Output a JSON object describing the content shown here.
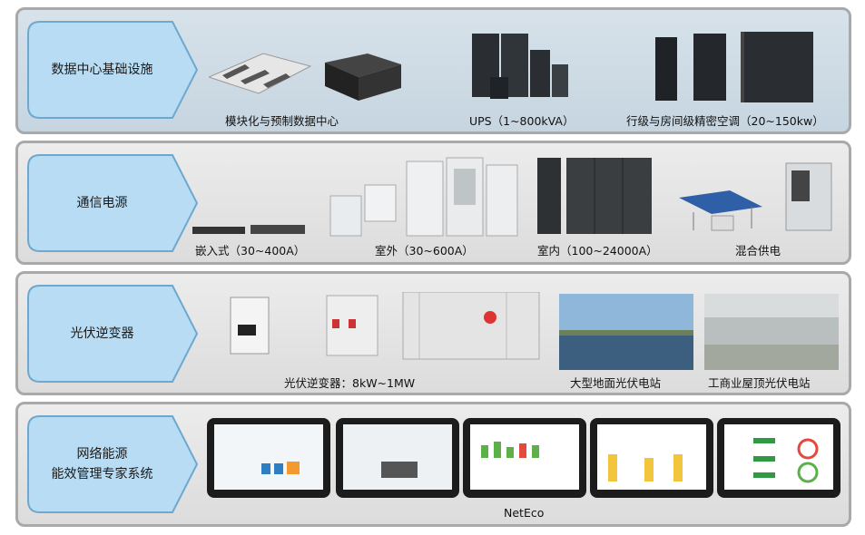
{
  "sections": [
    {
      "label": [
        "数据中心基础设施"
      ],
      "captions": [
        "模块化与预制数据中心",
        "UPS（1~800kVA）",
        "行级与房间级精密空调（20~150kw）"
      ]
    },
    {
      "label": [
        "通信电源"
      ],
      "captions": [
        "嵌入式（30~400A）",
        "室外（30~600A）",
        "室内（100~24000A）",
        "混合供电"
      ]
    },
    {
      "label": [
        "光伏逆变器"
      ],
      "captions": [
        "光伏逆变器：8kW~1MW",
        "大型地面光伏电站",
        "工商业屋顶光伏电站"
      ]
    },
    {
      "label": [
        "网络能源",
        "能效管理专家系统"
      ],
      "captions": [
        "NetEco"
      ]
    }
  ],
  "colors": {
    "label_fill": "#b7dcf3",
    "label_stroke": "#6fa8cf",
    "panel_border": "#a7a9ab"
  }
}
